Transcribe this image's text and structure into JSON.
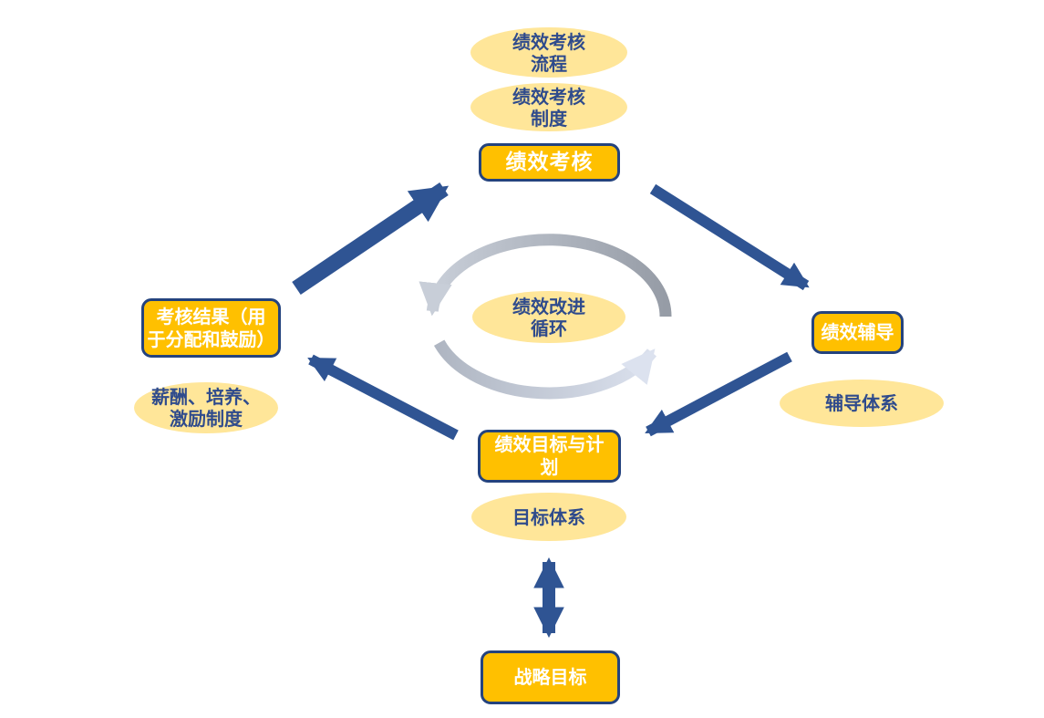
{
  "colors": {
    "background": "#FFFFFF",
    "box_fill": "#FFC000",
    "box_border": "#24437E",
    "box_text": "#FFFFFF",
    "ellipse_fill": "#FFE699",
    "ellipse_text": "#2F4B8C",
    "arrow": "#2F5493",
    "arc_top_dark": "#969CA6",
    "arc_top_light": "#C8CED8",
    "arc_bottom_dark": "#AFB6C2",
    "arc_bottom_light": "#DCE2EF"
  },
  "nodes": {
    "assessment_process": {
      "label": "绩效考核\n流程"
    },
    "assessment_system": {
      "label": "绩效考核\n制度"
    },
    "assessment": {
      "label": "绩效考核"
    },
    "coaching": {
      "label": "绩效辅导"
    },
    "coaching_system": {
      "label": "辅导体系"
    },
    "goals_plan": {
      "label": "绩效目标与计\n划"
    },
    "goal_system": {
      "label": "目标体系"
    },
    "results": {
      "label": "考核结果（用\n于分配和鼓励）"
    },
    "incentive_system": {
      "label": "薪酬、培养、\n激励制度"
    },
    "strategy": {
      "label": "战略目标"
    },
    "improvement_cycle": {
      "label": "绩效改进\n循环"
    }
  }
}
